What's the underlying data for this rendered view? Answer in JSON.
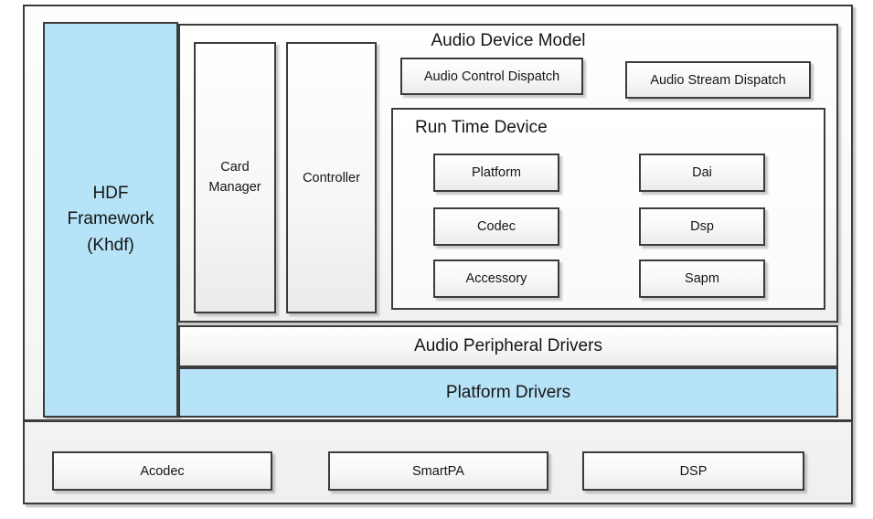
{
  "diagram": {
    "hdf_framework": {
      "label": "HDF\nFramework\n(Khdf)"
    },
    "audio_device_model": {
      "title": "Audio Device Model",
      "card_manager_label": "Card\nManager",
      "controller_label": "Controller",
      "audio_control_dispatch_label": "Audio Control Dispatch",
      "audio_stream_dispatch_label": "Audio Stream Dispatch",
      "run_time_device": {
        "title": "Run Time Device",
        "components": [
          "Platform",
          "Dai",
          "Codec",
          "Dsp",
          "Accessory",
          "Sapm"
        ]
      }
    },
    "audio_peripheral_drivers_label": "Audio Peripheral Drivers",
    "platform_drivers_label": "Platform Drivers",
    "hardware_components": [
      "Acodec",
      "SmartPA",
      "DSP"
    ],
    "colors": {
      "highlight_blue": "#b6e3f8",
      "box_border": "#3b3b3b",
      "text": "#151515"
    }
  }
}
